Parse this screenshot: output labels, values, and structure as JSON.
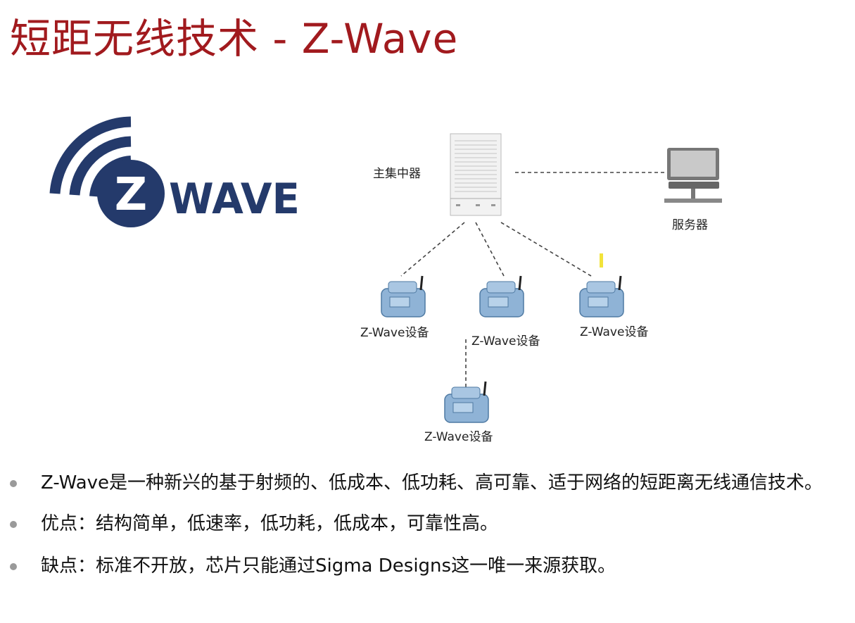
{
  "title": "短距无线技术 - Z-Wave",
  "logo": {
    "text": "WAVE",
    "letter": "Z"
  },
  "diagram": {
    "hub_label": "主集中器",
    "server_label": "服务器",
    "devices": [
      "Z-Wave设备",
      "Z-Wave设备",
      "Z-Wave设备",
      "Z-Wave设备"
    ]
  },
  "bullets": [
    "Z-Wave是一种新兴的基于射频的、低成本、低功耗、高可靠、适于网络的短距离无线通信技术。",
    "优点：结构简单，低速率，低功耗，低成本，可靠性高。",
    "缺点：标准不开放，芯片只能通过Sigma Designs这一唯一来源获取。"
  ],
  "colors": {
    "title": "#a11a1e",
    "logo": "#243a6b",
    "device": "#8fb3d6"
  }
}
